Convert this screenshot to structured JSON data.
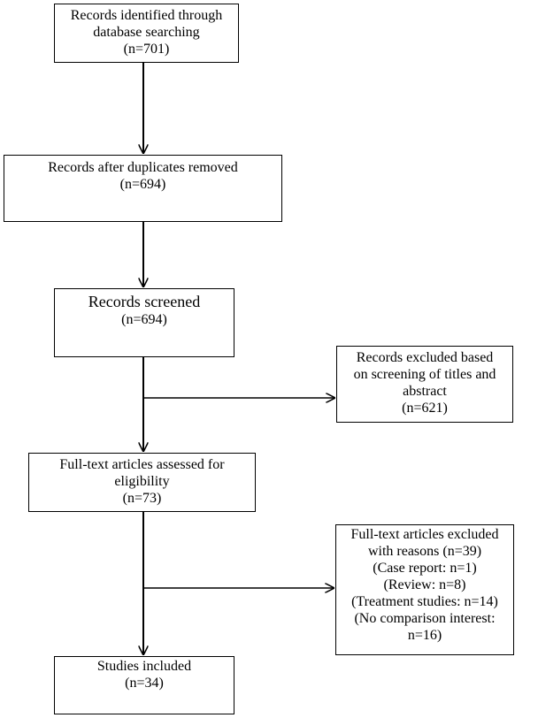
{
  "boxes": {
    "identified": {
      "lines": [
        "Records identified through",
        "database searching",
        "(n=701)"
      ]
    },
    "duplicates_removed": {
      "lines": [
        "Records after duplicates removed",
        "(n=694)"
      ]
    },
    "screened": {
      "lines": [
        "Records screened",
        "(n=694)"
      ]
    },
    "excluded_screening": {
      "lines": [
        "Records excluded based",
        "on screening of titles and",
        "abstract",
        "(n=621)"
      ]
    },
    "full_text_assessed": {
      "lines": [
        "Full-text articles assessed for",
        "eligibility",
        "(n=73)"
      ]
    },
    "full_text_excluded": {
      "lines": [
        "Full-text articles excluded",
        "with reasons (n=39)",
        "(Case report: n=1)",
        "(Review: n=8)",
        "(Treatment studies: n=14)",
        "(No comparison interest:",
        "n=16)"
      ]
    },
    "included": {
      "lines": [
        "Studies included",
        "(n=34)"
      ]
    }
  },
  "colors": {
    "line": "#000000",
    "box_border": "#000000",
    "background": "#ffffff"
  }
}
